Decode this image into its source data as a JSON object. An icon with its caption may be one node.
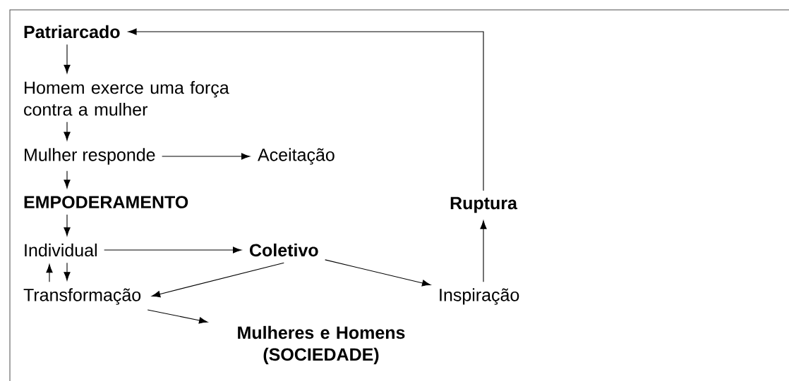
{
  "diagram": {
    "nodes": [
      {
        "text": [
          "Patriarcado"
        ]
      },
      {
        "text": [
          "Homem exerce uma força contra a mulher"
        ]
      },
      {
        "text": [
          "Mulher responde"
        ]
      },
      {
        "text": [
          "Aceitação"
        ]
      },
      {
        "text": [
          "EMPODERAMENTO"
        ]
      },
      {
        "text": [
          "Individual"
        ]
      },
      {
        "text": [
          "Coletivo"
        ]
      },
      {
        "text": [
          "Transformação"
        ]
      },
      {
        "text": [
          "Ruptura"
        ]
      },
      {
        "text": [
          "Inspiração"
        ]
      },
      {
        "text": [
          "Mulheres e Homens (SOCIEDADE)"
        ]
      }
    ],
    "edges": [
      {
        "from": 0,
        "to": 1,
        "arrow": "to"
      },
      {
        "from": 1,
        "to": 2,
        "arrow": "to"
      },
      {
        "from": 2,
        "to": 3,
        "arrow": "to"
      },
      {
        "from": 2,
        "to": 4,
        "arrow": "to"
      },
      {
        "from": 4,
        "to": 5,
        "arrow": "to"
      },
      {
        "from": 5,
        "to": 6,
        "arrow": "to"
      },
      {
        "from": 7,
        "to": 5,
        "arrow": "to"
      },
      {
        "from": 5,
        "to": 7,
        "arrow": "to"
      },
      {
        "from": 6,
        "to": 7,
        "arrow": "to"
      },
      {
        "from": 6,
        "to": 9,
        "arrow": "to"
      },
      {
        "from": 7,
        "to": 10,
        "arrow": "to"
      },
      {
        "from": 9,
        "to": 8,
        "arrow": "to"
      },
      {
        "from": 8,
        "to": 0,
        "arrow": "to"
      }
    ]
  }
}
